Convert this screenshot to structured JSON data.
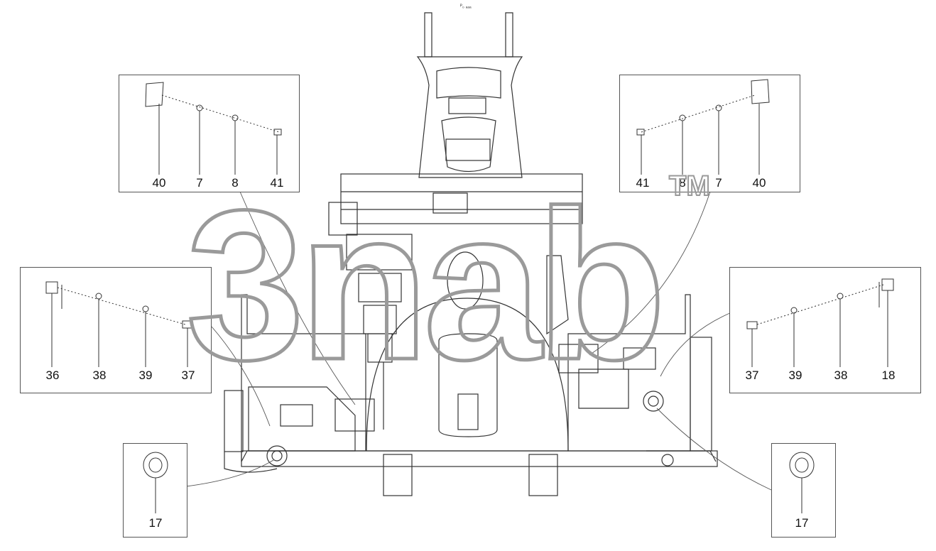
{
  "header_mark": "ᴾ₀ ₐₐₐ",
  "watermark": {
    "text": "3nab",
    "tm": "TM"
  },
  "callouts": {
    "top_left": {
      "labels": [
        "40",
        "7",
        "8",
        "41"
      ]
    },
    "top_right": {
      "labels": [
        "41",
        "8",
        "7",
        "40"
      ]
    },
    "mid_left": {
      "labels": [
        "36",
        "38",
        "39",
        "37"
      ]
    },
    "mid_right": {
      "labels": [
        "37",
        "39",
        "38",
        "18"
      ]
    },
    "bottom_left": {
      "labels": [
        "17"
      ]
    },
    "bottom_right": {
      "labels": [
        "17"
      ]
    }
  },
  "colors": {
    "line": "#333333",
    "watermark": "#9a9a9a",
    "fill": "#f4f4f4"
  }
}
